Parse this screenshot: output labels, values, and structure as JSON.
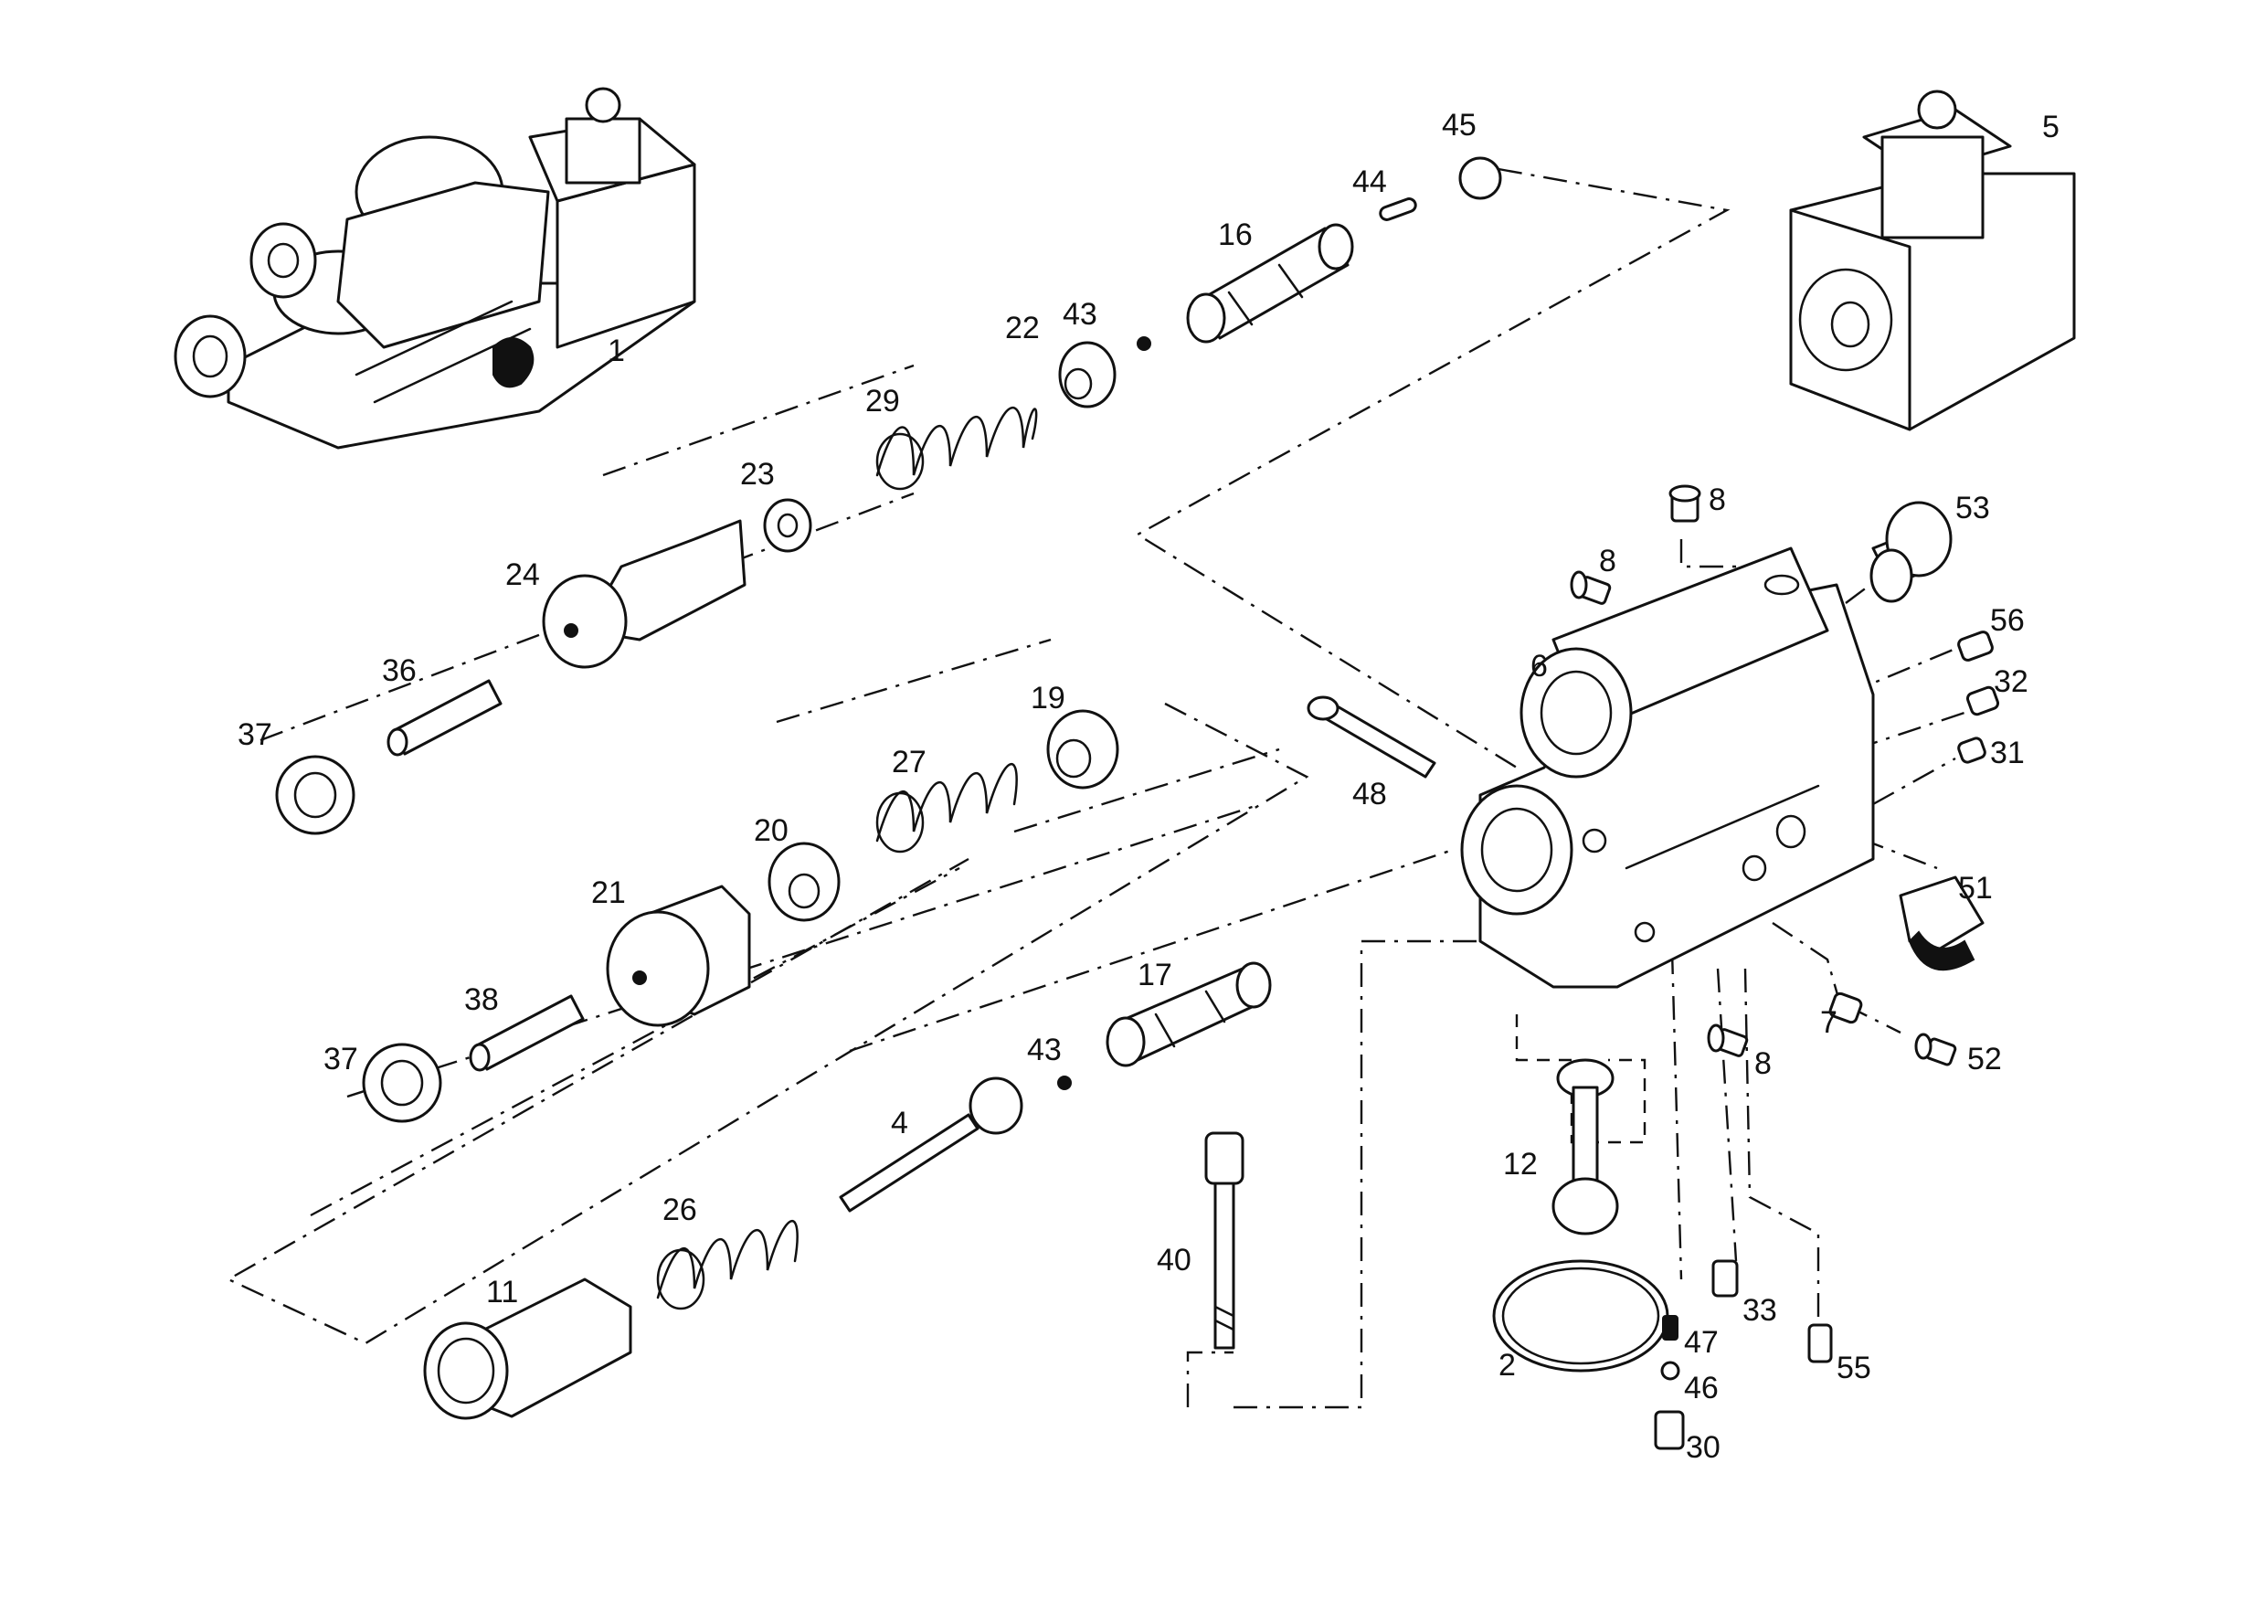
{
  "labels": {
    "p1": "1",
    "p2": "2",
    "p4": "4",
    "p5": "5",
    "p6": "6",
    "p7": "7",
    "p8a": "8",
    "p8b": "8",
    "p8c": "8",
    "p11": "11",
    "p12": "12",
    "p16": "16",
    "p17": "17",
    "p19": "19",
    "p20": "20",
    "p21": "21",
    "p22": "22",
    "p23": "23",
    "p24": "24",
    "p26": "26",
    "p27": "27",
    "p29": "29",
    "p30": "30",
    "p31": "31",
    "p32": "32",
    "p33": "33",
    "p36": "36",
    "p37a": "37",
    "p37b": "37",
    "p38": "38",
    "p40": "40",
    "p43a": "43",
    "p43b": "43",
    "p44": "44",
    "p45": "45",
    "p46": "46",
    "p47": "47",
    "p48": "48",
    "p51": "51",
    "p52": "52",
    "p53": "53",
    "p55": "55",
    "p56": "56"
  }
}
